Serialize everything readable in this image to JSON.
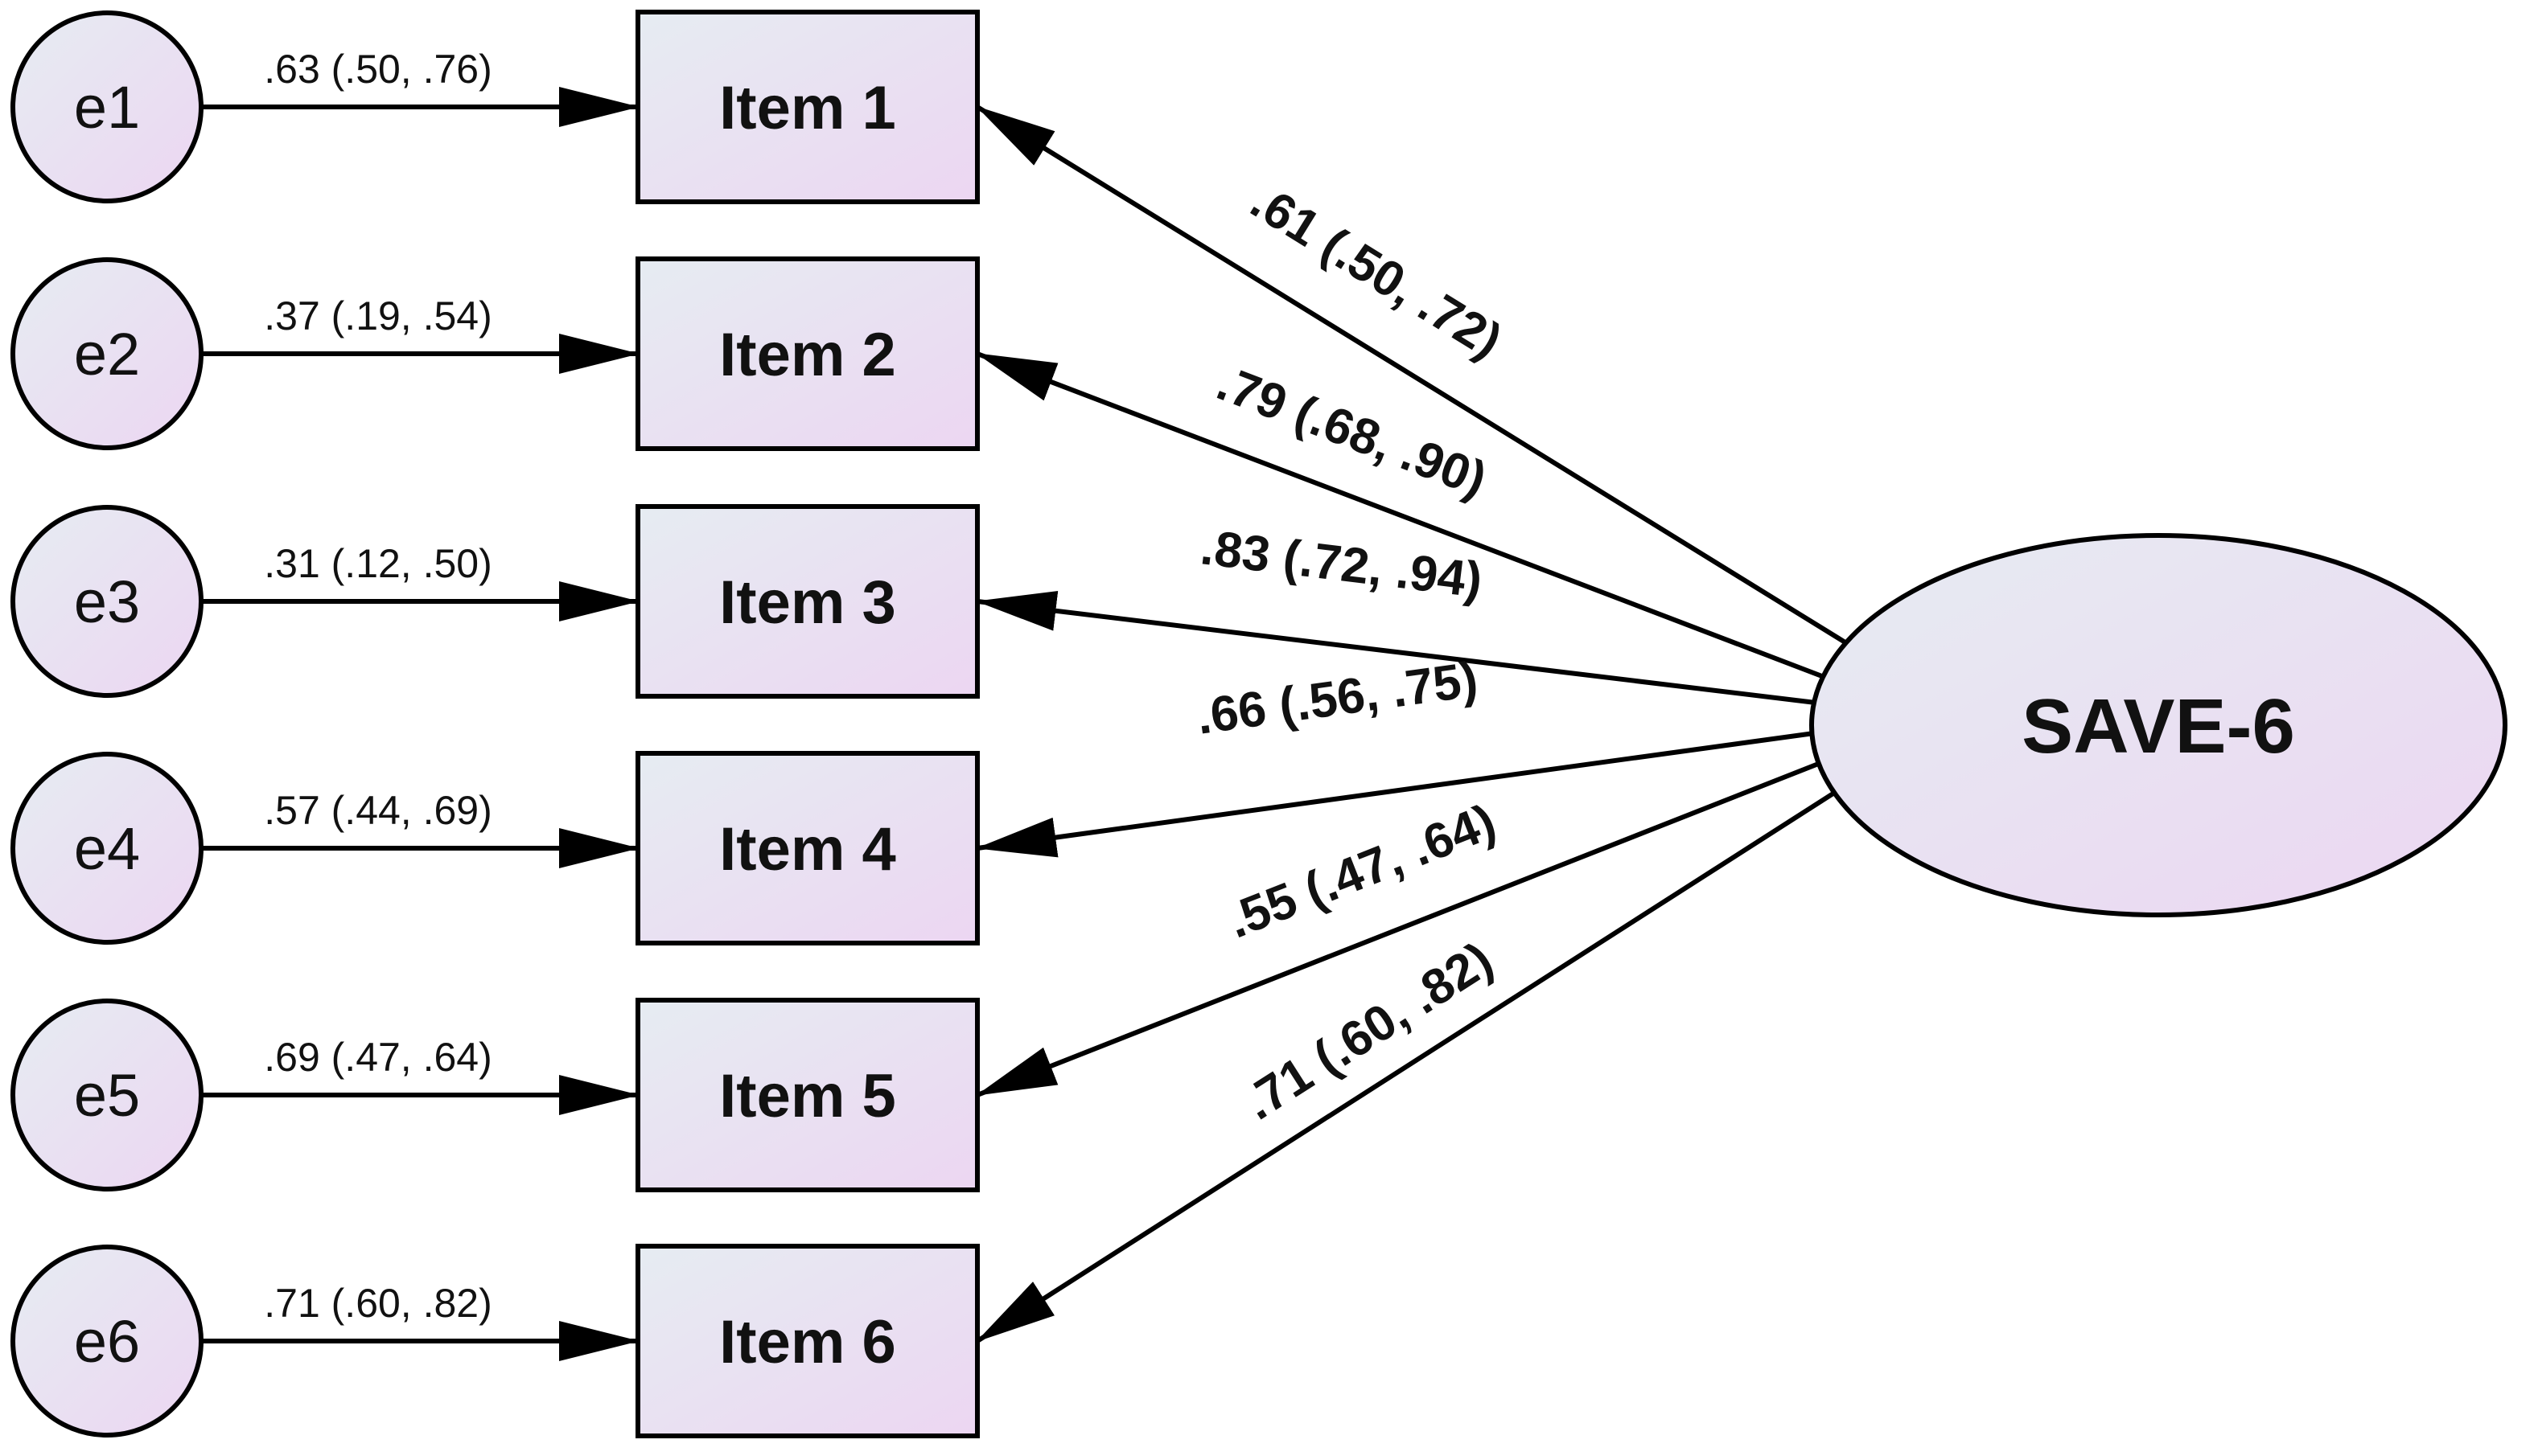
{
  "latent": {
    "label": "SAVE-6"
  },
  "errors": [
    {
      "label": "e1"
    },
    {
      "label": "e2"
    },
    {
      "label": "e3"
    },
    {
      "label": "e4"
    },
    {
      "label": "e5"
    },
    {
      "label": "e6"
    }
  ],
  "items": [
    {
      "label": "Item 1"
    },
    {
      "label": "Item 2"
    },
    {
      "label": "Item 3"
    },
    {
      "label": "Item 4"
    },
    {
      "label": "Item 5"
    },
    {
      "label": "Item 6"
    }
  ],
  "error_paths": [
    {
      "label": ".63 (.50, .76)"
    },
    {
      "label": ".37 (.19, .54)"
    },
    {
      "label": ".31 (.12, .50)"
    },
    {
      "label": ".57 (.44, .69)"
    },
    {
      "label": ".69 (.47, .64)"
    },
    {
      "label": ".71 (.60, .82)"
    }
  ],
  "loadings": [
    {
      "label": ".61 (.50, .72)"
    },
    {
      "label": ".79 (.68, .90)"
    },
    {
      "label": ".83 (.72, .94)"
    },
    {
      "label": ".66 (.56, .75)"
    },
    {
      "label": ".55 (.47, .64)"
    },
    {
      "label": ".71 (.60, .82)"
    }
  ],
  "colors": {
    "fill_start": "#e6ecf2",
    "fill_end": "#ecd6f2",
    "stroke": "#000000",
    "text": "#111111"
  }
}
